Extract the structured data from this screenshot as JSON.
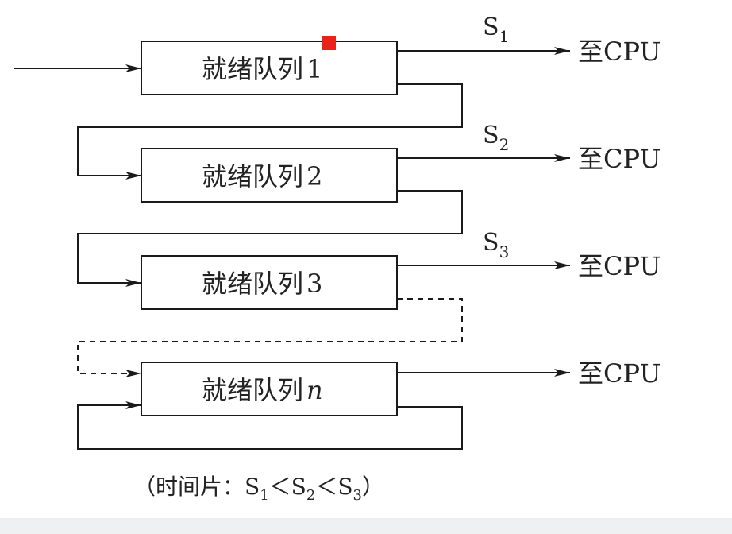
{
  "queues": [
    {
      "name": "就绪队列",
      "index": "1",
      "italic": false
    },
    {
      "name": "就绪队列",
      "index": "2",
      "italic": false
    },
    {
      "name": "就绪队列",
      "index": "3",
      "italic": false
    },
    {
      "name": "就绪队列",
      "index": "n",
      "italic": true
    }
  ],
  "outputs": [
    {
      "slice": "S",
      "sub": "1",
      "target": "至CPU"
    },
    {
      "slice": "S",
      "sub": "2",
      "target": "至CPU"
    },
    {
      "slice": "S",
      "sub": "3",
      "target": "至CPU"
    },
    {
      "slice": "",
      "sub": "",
      "target": "至CPU"
    }
  ],
  "caption": {
    "prefix": "（时间片：",
    "s": "S",
    "sub1": "1",
    "lt1": "＜",
    "sub2": "2",
    "lt2": "＜",
    "sub3": "3",
    "suffix": "）"
  },
  "colors": {
    "marker": "#e8231b"
  }
}
